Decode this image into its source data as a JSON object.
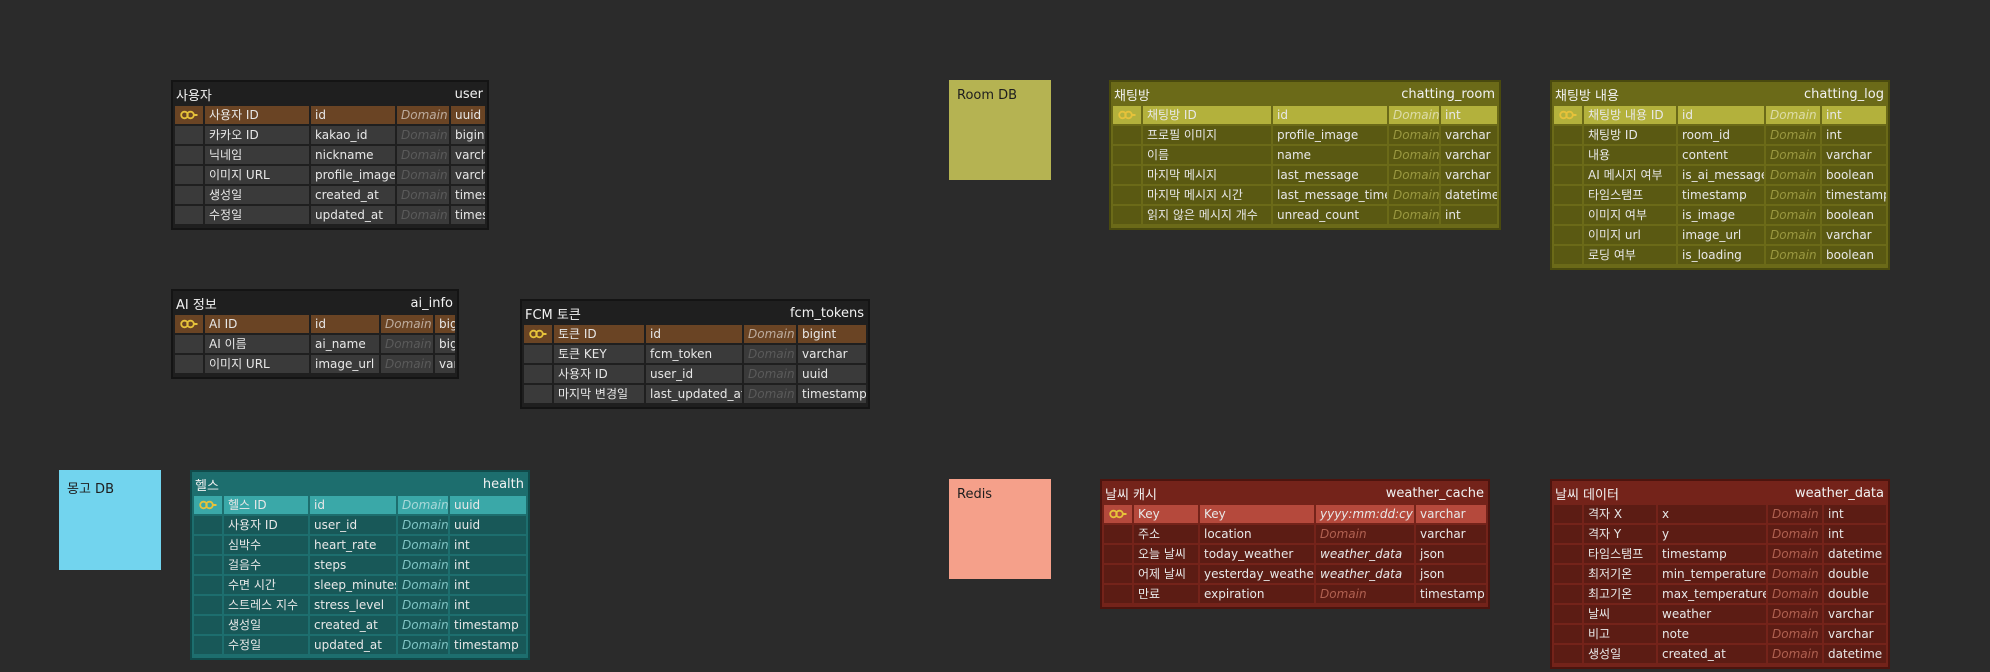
{
  "notes": [
    {
      "id": "room-db",
      "label": "Room DB",
      "color": "#b5b352"
    },
    {
      "id": "mongo-db",
      "label": "몽고 DB",
      "color": "#72d4ee"
    },
    {
      "id": "redis",
      "label": "Redis",
      "color": "#f5a08a"
    }
  ],
  "tables": [
    {
      "id": "user",
      "title": "사용자",
      "entity": "user",
      "theme": "dark",
      "columns": [
        {
          "name": "사용자 ID",
          "field": "id",
          "domain": "Domain",
          "type": "uuid",
          "pk": true
        },
        {
          "name": "카카오 ID",
          "field": "kakao_id",
          "domain": "Domain",
          "type": "bigint"
        },
        {
          "name": "닉네임",
          "field": "nickname",
          "domain": "Domain",
          "type": "varchar"
        },
        {
          "name": "이미지 URL",
          "field": "profile_image",
          "domain": "Domain",
          "type": "varchar"
        },
        {
          "name": "생성일",
          "field": "created_at",
          "domain": "Domain",
          "type": "timestamp"
        },
        {
          "name": "수정일",
          "field": "updated_at",
          "domain": "Domain",
          "type": "timestamp"
        }
      ]
    },
    {
      "id": "ai_info",
      "title": "AI 정보",
      "entity": "ai_info",
      "theme": "dark",
      "columns": [
        {
          "name": "AI ID",
          "field": "id",
          "domain": "Domain",
          "type": "bigint",
          "pk": true
        },
        {
          "name": "AI 이름",
          "field": "ai_name",
          "domain": "Domain",
          "type": "bigint"
        },
        {
          "name": "이미지 URL",
          "field": "image_url",
          "domain": "Domain",
          "type": "varchar"
        }
      ]
    },
    {
      "id": "fcm_tokens",
      "title": "FCM 토큰",
      "entity": "fcm_tokens",
      "theme": "dark",
      "columns": [
        {
          "name": "토큰 ID",
          "field": "id",
          "domain": "Domain",
          "type": "bigint",
          "pk": true
        },
        {
          "name": "토큰 KEY",
          "field": "fcm_token",
          "domain": "Domain",
          "type": "varchar"
        },
        {
          "name": "사용자 ID",
          "field": "user_id",
          "domain": "Domain",
          "type": "uuid"
        },
        {
          "name": "마지막 변경일",
          "field": "last_updated_at",
          "domain": "Domain",
          "type": "timestamp"
        }
      ]
    },
    {
      "id": "chatting_room",
      "title": "채팅방",
      "entity": "chatting_room",
      "theme": "olive",
      "columns": [
        {
          "name": "채팅방 ID",
          "field": "id",
          "domain": "Domain",
          "type": "int",
          "pk": true
        },
        {
          "name": "프로필 이미지",
          "field": "profile_image",
          "domain": "Domain",
          "type": "varchar"
        },
        {
          "name": "이름",
          "field": "name",
          "domain": "Domain",
          "type": "varchar"
        },
        {
          "name": "마지막 메시지",
          "field": "last_message",
          "domain": "Domain",
          "type": "varchar"
        },
        {
          "name": "마지막 메시지 시간",
          "field": "last_message_time",
          "domain": "Domain",
          "type": "datetime"
        },
        {
          "name": "읽지 않은 메시지 개수",
          "field": "unread_count",
          "domain": "Domain",
          "type": "int"
        }
      ]
    },
    {
      "id": "chatting_log",
      "title": "채팅방 내용",
      "entity": "chatting_log",
      "theme": "olive",
      "columns": [
        {
          "name": "채팅방 내용 ID",
          "field": "id",
          "domain": "Domain",
          "type": "int",
          "pk": true
        },
        {
          "name": "채팅방 ID",
          "field": "room_id",
          "domain": "Domain",
          "type": "int"
        },
        {
          "name": "내용",
          "field": "content",
          "domain": "Domain",
          "type": "varchar"
        },
        {
          "name": "AI 메시지 여부",
          "field": "is_ai_message",
          "domain": "Domain",
          "type": "boolean"
        },
        {
          "name": "타임스탬프",
          "field": "timestamp",
          "domain": "Domain",
          "type": "timestamp"
        },
        {
          "name": "이미지 여부",
          "field": "is_image",
          "domain": "Domain",
          "type": "boolean"
        },
        {
          "name": "이미지 url",
          "field": "image_url",
          "domain": "Domain",
          "type": "varchar"
        },
        {
          "name": "로딩 여부",
          "field": "is_loading",
          "domain": "Domain",
          "type": "boolean"
        }
      ]
    },
    {
      "id": "health",
      "title": "헬스",
      "entity": "health",
      "theme": "teal",
      "columns": [
        {
          "name": "헬스 ID",
          "field": "id",
          "domain": "Domain",
          "type": "uuid",
          "pk": true
        },
        {
          "name": "사용자 ID",
          "field": "user_id",
          "domain": "Domain",
          "type": "uuid"
        },
        {
          "name": "심박수",
          "field": "heart_rate",
          "domain": "Domain",
          "type": "int"
        },
        {
          "name": "걸음수",
          "field": "steps",
          "domain": "Domain",
          "type": "int"
        },
        {
          "name": "수면 시간",
          "field": "sleep_minutes",
          "domain": "Domain",
          "type": "int"
        },
        {
          "name": "스트레스 지수",
          "field": "stress_level",
          "domain": "Domain",
          "type": "int"
        },
        {
          "name": "생성일",
          "field": "created_at",
          "domain": "Domain",
          "type": "timestamp"
        },
        {
          "name": "수정일",
          "field": "updated_at",
          "domain": "Domain",
          "type": "timestamp"
        }
      ]
    },
    {
      "id": "weather_cache",
      "title": "날씨 캐시",
      "entity": "weather_cache",
      "theme": "red",
      "columns": [
        {
          "name": "Key",
          "field": "Key",
          "domain": "yyyy:mm:dd:cy",
          "type": "varchar",
          "pk": true
        },
        {
          "name": "주소",
          "field": "location",
          "domain": "Domain",
          "type": "varchar"
        },
        {
          "name": "오늘 날씨",
          "field": "today_weather",
          "domain": "weather_data",
          "type": "json"
        },
        {
          "name": "어제 날씨",
          "field": "yesterday_weather",
          "domain": "weather_data",
          "type": "json"
        },
        {
          "name": "만료",
          "field": "expiration",
          "domain": "Domain",
          "type": "timestamp"
        }
      ]
    },
    {
      "id": "weather_data",
      "title": "날씨 데이터",
      "entity": "weather_data",
      "theme": "red",
      "columns": [
        {
          "name": "격자 X",
          "field": "x",
          "domain": "Domain",
          "type": "int"
        },
        {
          "name": "격자 Y",
          "field": "y",
          "domain": "Domain",
          "type": "int"
        },
        {
          "name": "타임스탬프",
          "field": "timestamp",
          "domain": "Domain",
          "type": "datetime"
        },
        {
          "name": "최저기온",
          "field": "min_temperature",
          "domain": "Domain",
          "type": "double"
        },
        {
          "name": "최고기온",
          "field": "max_temperature",
          "domain": "Domain",
          "type": "double"
        },
        {
          "name": "날씨",
          "field": "weather",
          "domain": "Domain",
          "type": "varchar"
        },
        {
          "name": "비고",
          "field": "note",
          "domain": "Domain",
          "type": "varchar"
        },
        {
          "name": "생성일",
          "field": "created_at",
          "domain": "Domain",
          "type": "datetime"
        }
      ]
    }
  ],
  "themes": {
    "dark": {
      "frame": "#1f1f1f",
      "cell": "#3a3a3a",
      "pk": "#6a4424",
      "domText": "#5a5a5a",
      "border": "#141414"
    },
    "olive": {
      "frame": "#6b6a18",
      "cell": "#5a5912",
      "pk": "#b3b13c",
      "domText": "#9a9840",
      "border": "#4a4a0e"
    },
    "teal": {
      "frame": "#1d6e6e",
      "cell": "#185858",
      "pk": "#3aa8a8",
      "domText": "#7fc4c4",
      "border": "#104a4a"
    },
    "red": {
      "frame": "#74231a",
      "cell": "#5c1c14",
      "pk": "#b5493c",
      "domText": "#b06050",
      "border": "#4c140e"
    }
  }
}
